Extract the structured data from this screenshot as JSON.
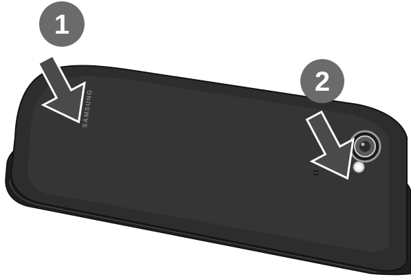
{
  "steps": [
    {
      "number": "1"
    },
    {
      "number": "2"
    }
  ],
  "device": {
    "brand_logo": "SAMSUNG"
  },
  "colors": {
    "badge_fill": "#6b6b6b",
    "cover_dark": "#2f2f2f",
    "cover_light": "#3c3c3c",
    "arrow_fill": "#4a4a4a",
    "arrow_outline": "#ffffff"
  },
  "icons": [
    "press-down-arrow-icon",
    "camera-lens-icon",
    "flash-icon",
    "speaker-icon"
  ]
}
